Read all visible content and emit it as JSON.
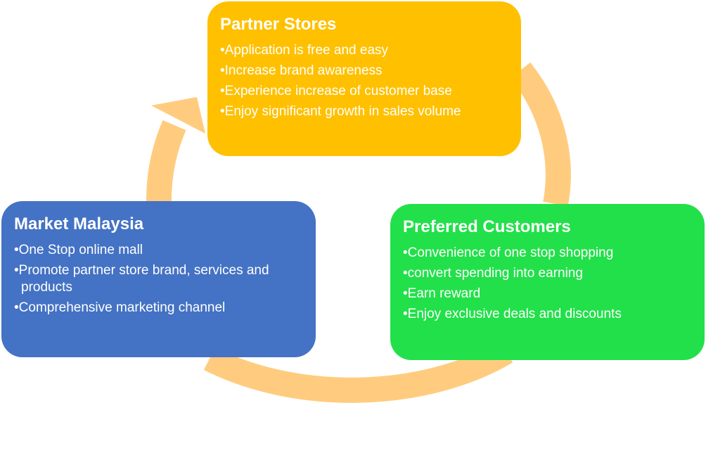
{
  "colors": {
    "partner": "#FFC000",
    "market": "#4472C4",
    "customers": "#22E04A",
    "arrow": "#FFCC7F",
    "text": "#FFFFFF"
  },
  "partner_stores": {
    "title": "Partner Stores",
    "items": [
      "•Application is free and easy",
      "•Increase brand awareness",
      "•Experience increase of customer base",
      "•Enjoy significant growth in sales volume"
    ]
  },
  "market_malaysia": {
    "title": "Market Malaysia",
    "items": [
      "•One Stop online mall",
      "•Promote partner store brand, services and products",
      "•Comprehensive marketing channel"
    ]
  },
  "preferred_customers": {
    "title": "Preferred Customers",
    "items": [
      "•Convenience of one stop shopping",
      "•convert spending into earning",
      "•Earn reward",
      "•Enjoy exclusive deals and discounts"
    ]
  }
}
